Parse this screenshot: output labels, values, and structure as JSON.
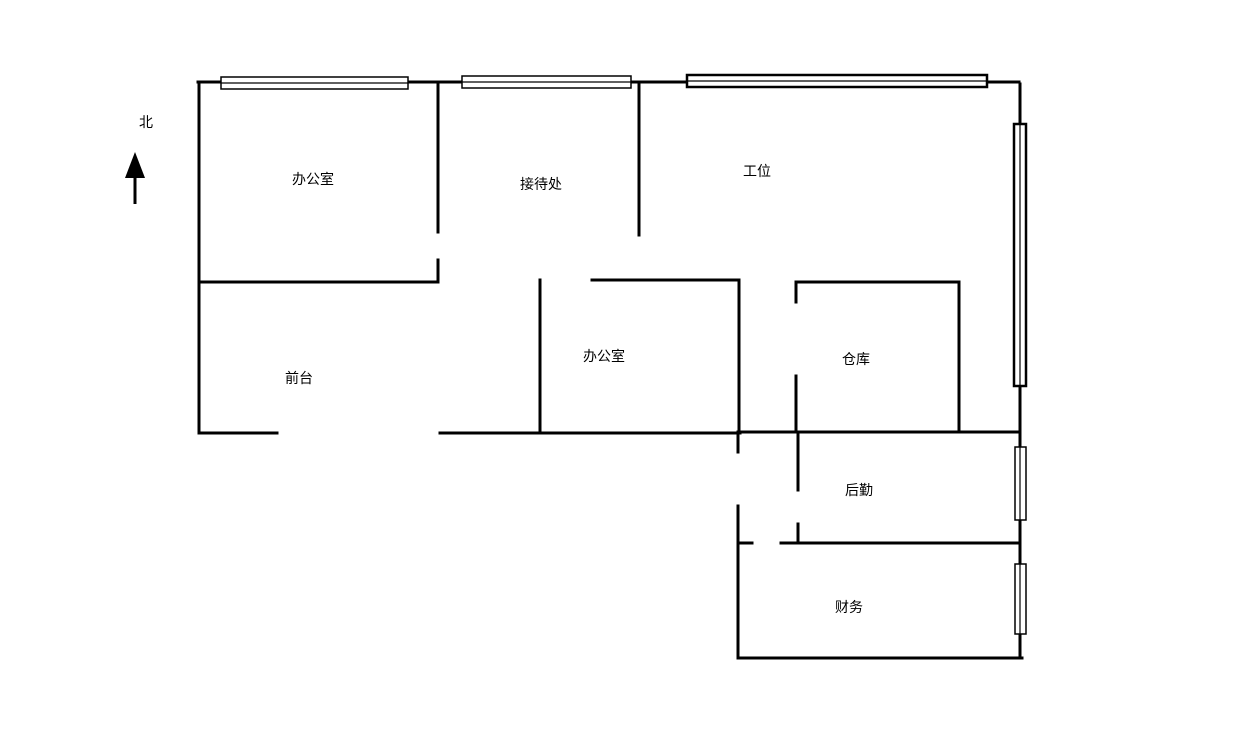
{
  "compass": {
    "label": "北",
    "icon": "north-arrow-icon"
  },
  "rooms": [
    {
      "id": "office-1",
      "label": "办公室"
    },
    {
      "id": "reception",
      "label": "接待处"
    },
    {
      "id": "workstation",
      "label": "工位"
    },
    {
      "id": "front-desk",
      "label": "前台"
    },
    {
      "id": "office-2",
      "label": "办公室"
    },
    {
      "id": "storage",
      "label": "仓库"
    },
    {
      "id": "logistics",
      "label": "后勤"
    },
    {
      "id": "finance",
      "label": "财务"
    }
  ],
  "colors": {
    "line": "#000000",
    "background": "#ffffff"
  }
}
